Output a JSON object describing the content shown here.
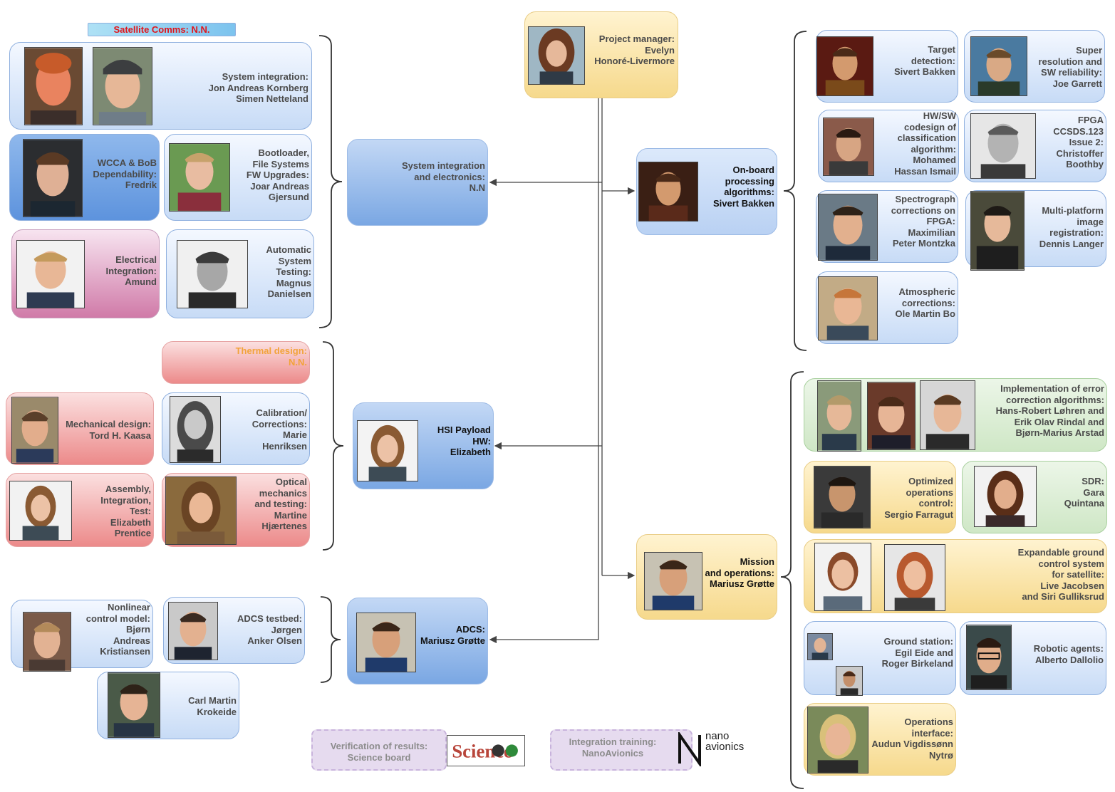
{
  "lead": {
    "text": "Project manager:\nEvelyn\nHonoré-Livermore"
  },
  "groups": {
    "sysint": {
      "text": "System integration\nand electronics:\nN.N"
    },
    "hsi": {
      "text": "HSI Payload\nHW:\nElizabeth"
    },
    "adcs": {
      "text": "ADCS:\nMariusz Grøtte"
    },
    "onboard": {
      "text": "On-board\nprocessing\nalgorithms:\nSivert Bakken"
    },
    "mission": {
      "text": "Mission\nand operations:\nMariusz Grøtte"
    }
  },
  "satcomms": {
    "text": "Satellite Comms: N.N."
  },
  "thermal": {
    "text": "Thermal design:\nN.N."
  },
  "left_members": {
    "sysint_main": "System integration:\nJon Andreas Kornberg\nSimen Netteland",
    "wcca": "WCCA & BoB\nDependability:\nFredrik",
    "bootloader": "Bootloader,\nFile Systems\nFW Upgrades:\nJoar Andreas\nGjersund",
    "electrical": "Electrical\nIntegration:\nAmund",
    "autotest": "Automatic\nSystem\nTesting:\nMagnus\nDanielsen",
    "mechanical": "Mechanical design:\nTord H. Kaasa",
    "calibration": "Calibration/\nCorrections:\nMarie\nHenriksen",
    "assembly": "Assembly,\nIntegration,\nTest:\nElizabeth\nPrentice",
    "optical": "Optical\nmechanics\nand testing:\nMartine\nHjærtenes",
    "nonlinear": "Nonlinear\ncontrol model:\nBjørn\nAndreas\nKristiansen",
    "adcs_testbed": "ADCS testbed:\nJørgen\nAnker Olsen",
    "carl": "Carl Martin\nKrokeide"
  },
  "right_members": {
    "target": "Target\ndetection:\nSivert Bakken",
    "superres": "Super\nresolution and\nSW reliability:\nJoe Garrett",
    "codesign": "HW/SW\ncodesign of\nclassification\nalgorithm:\nMohamed\nHassan Ismail",
    "fpga": "FPGA\nCCSDS.123\nIssue 2:\nChristoffer\nBoothby",
    "spectro": "Spectrograph\ncorrections on\nFPGA:\nMaximilian\nPeter Montzka",
    "multiplat": "Multi-platform\nimage\nregistration:\nDennis Langer",
    "atmos": "Atmospheric\ncorrections:\nOle Martin Bo",
    "errorcorr": "Implementation of error\ncorrection algorithms:\nHans-Robert Løhren and\nErik Olav Rindal and\nBjørn-Marius Arstad",
    "optops": "Optimized\noperations\ncontrol:\nSergio Farragut",
    "sdr": "SDR:\nGara\nQuintana",
    "expandable": "Expandable ground\ncontrol system\nfor satellite:\nLive Jacobsen\nand Siri Gulliksrud",
    "ground": "Ground station:\nEgil Eide and\nRoger Birkeland",
    "robotic": "Robotic agents:\nAlberto Dallolio",
    "opsif": "Operations\ninterface:\nAudun Vigdissønn\nNytrø"
  },
  "bottom": {
    "verification": "Verification of results:\nScience board",
    "training": "Integration training:\nNanoAvionics",
    "nano_logo": "nano\navionics",
    "science_logo": "Science"
  },
  "colors": {
    "connector": "#444444",
    "blue": "#7aa7e3",
    "light_blue": "#c7dbf6",
    "pink": "#d07aa8",
    "red": "#ec8a8a",
    "yellow": "#f6d98c",
    "green": "#cfe7c6",
    "purple": "#e6dbef"
  }
}
